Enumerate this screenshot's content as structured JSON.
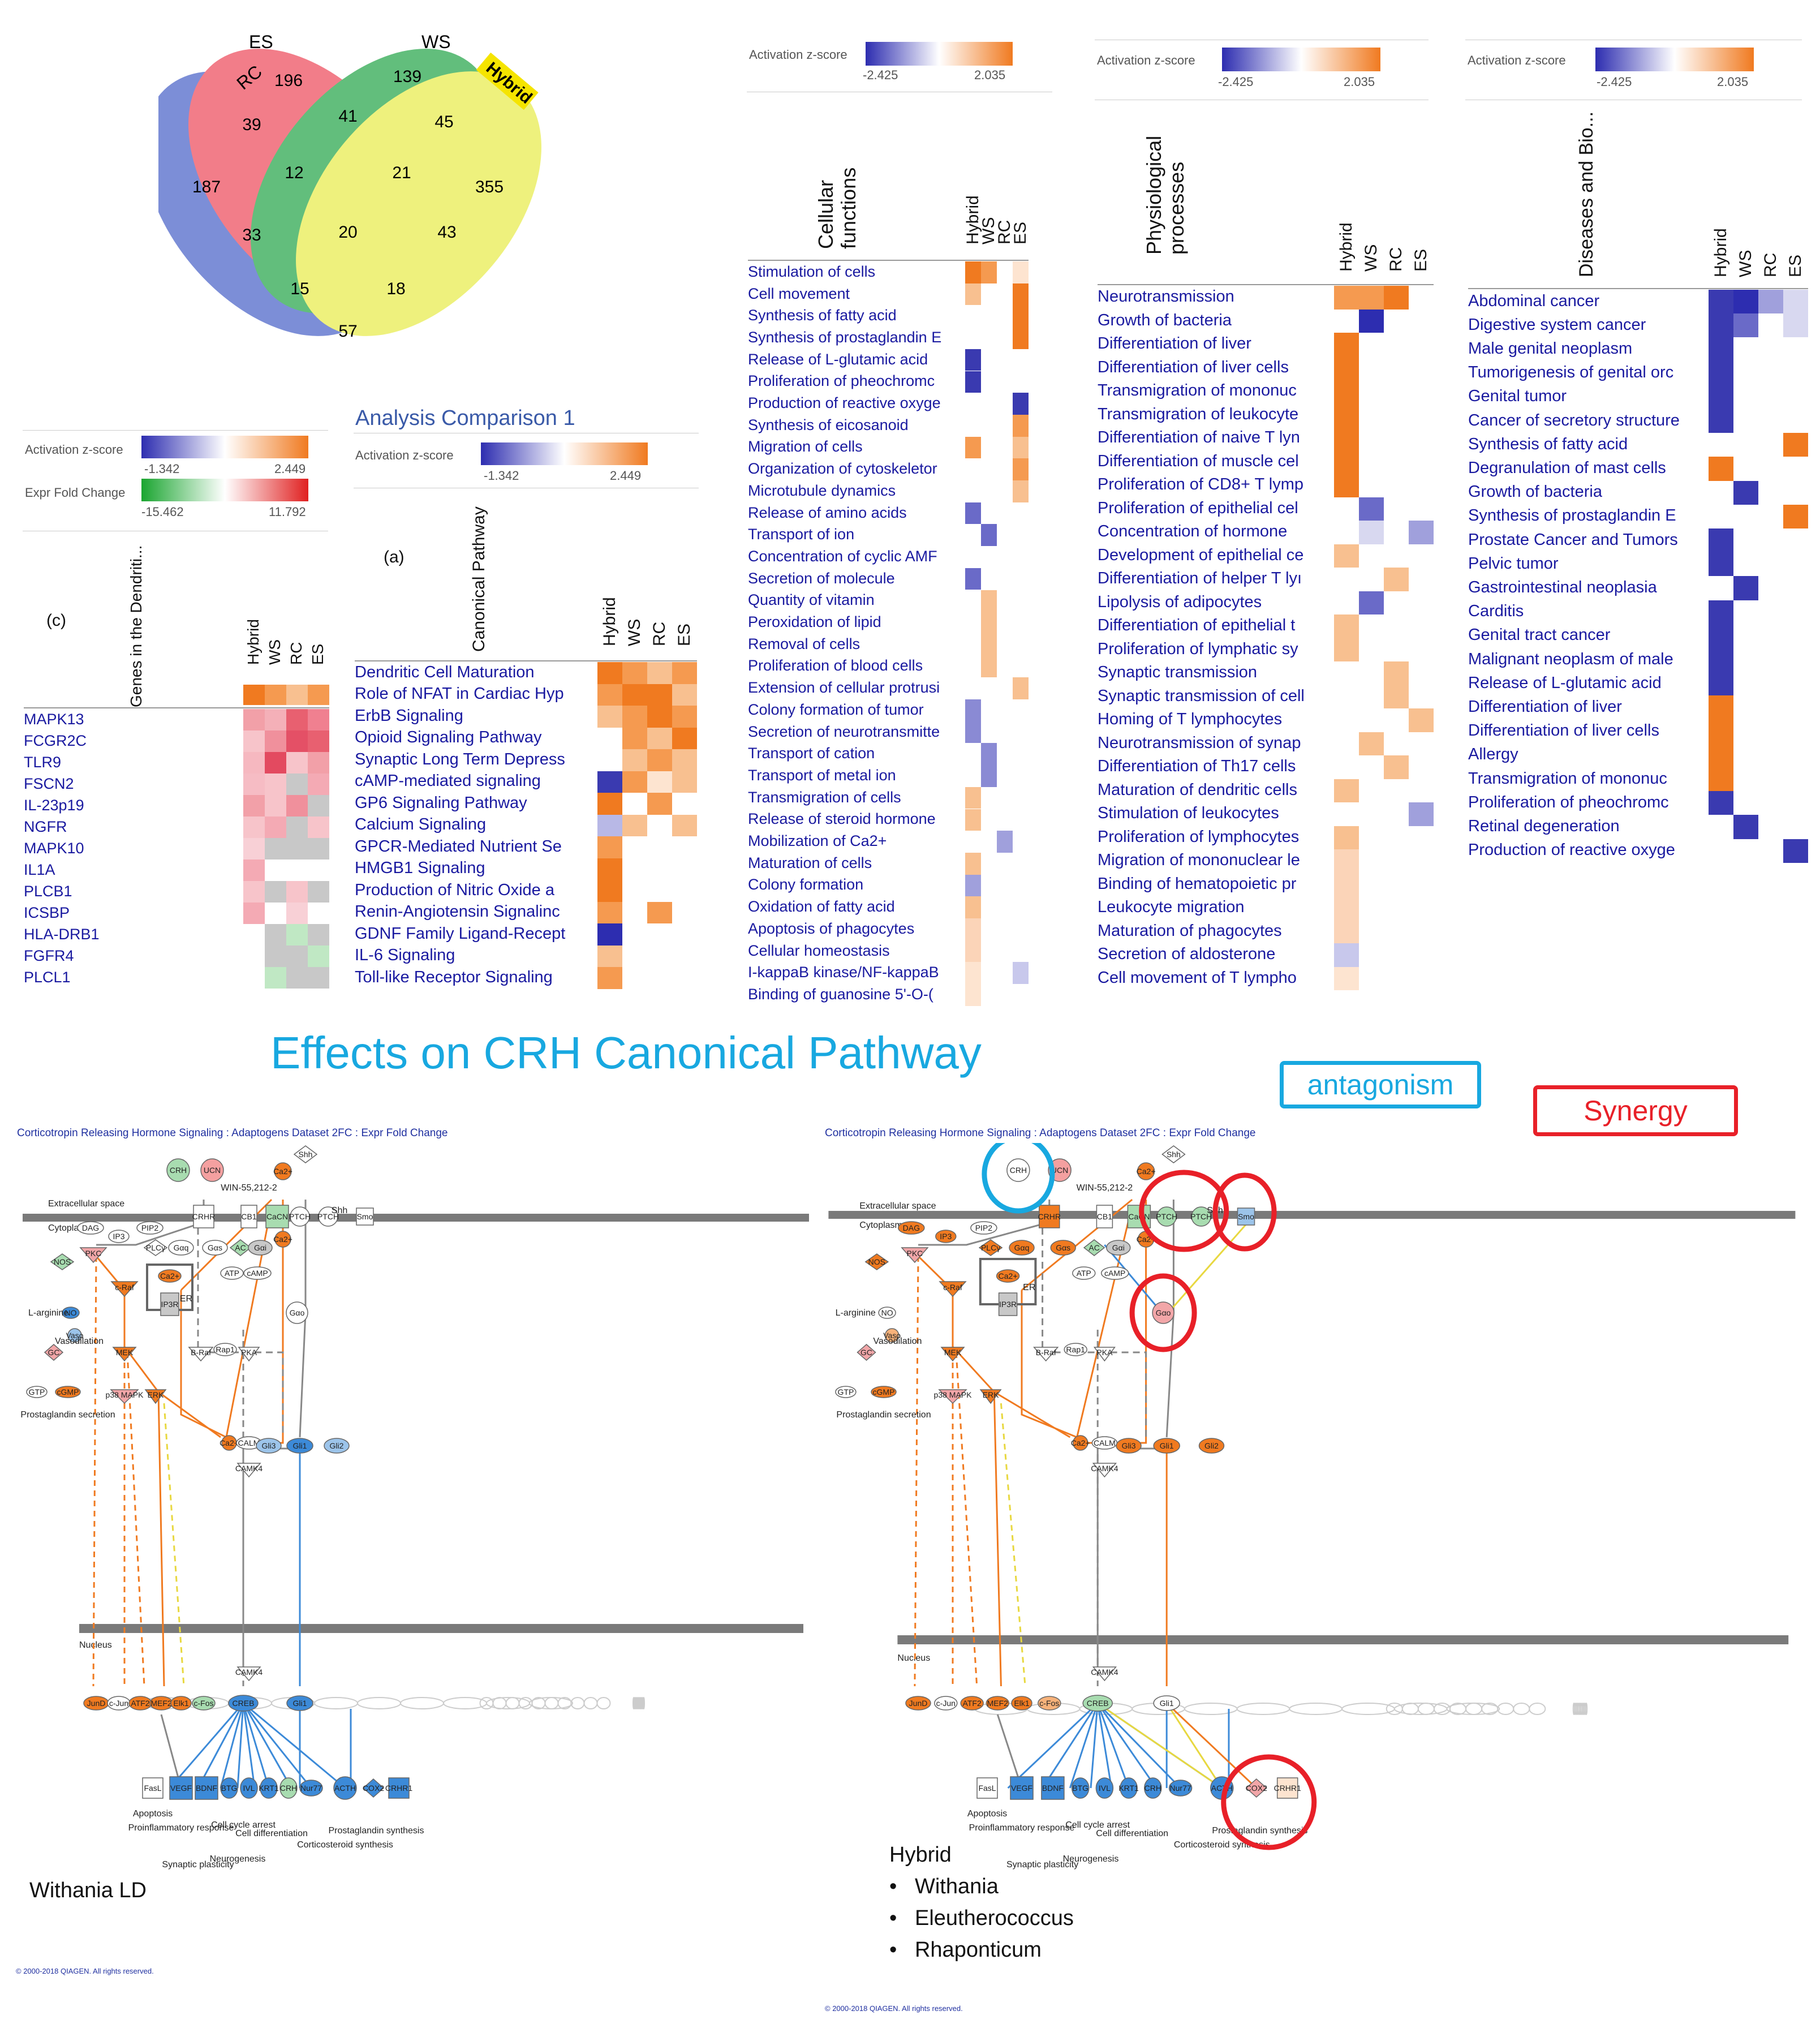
{
  "venn": {
    "sets": [
      "RC",
      "ES",
      "WS",
      "Hybrid"
    ],
    "colors": {
      "RC": "#4a63c8",
      "ES": "#ee4c5c",
      "WS": "#27a64a",
      "Hybrid": "#e8ec4c"
    },
    "counts": [
      "196",
      "139",
      "187",
      "355",
      "39",
      "41",
      "45",
      "12",
      "21",
      "33",
      "43",
      "20",
      "15",
      "18",
      "57"
    ]
  },
  "legend_as_small": {
    "title": "Activation z-score",
    "min": "-1.342",
    "max": "2.449"
  },
  "legend_fc": {
    "title": "Expr Fold Change",
    "min": "-15.462",
    "max": "11.792"
  },
  "legend_as_large": {
    "title": "Activation z-score",
    "min": "-2.425",
    "max": "2.035"
  },
  "panel_c": {
    "tag": "(c)",
    "row_header": "Genes in the Dendriti...",
    "columns": [
      "Hybrid",
      "WS",
      "RC",
      "ES"
    ],
    "rows": [
      "MAPK13",
      "FCGR2C",
      "TLR9",
      "FSCN2",
      "IL-23p19",
      "NGFR",
      "MAPK10",
      "IL1A",
      "PLCB1",
      "ICSBP",
      "HLA-DRB1",
      "FGFR4",
      "PLCL1"
    ],
    "cells": [
      [
        "#f2a0a8",
        "#f4b0b8",
        "#e86070",
        "#f08090"
      ],
      [
        "#f7c4ca",
        "#f0909c",
        "#e45066",
        "#e86070"
      ],
      [
        "#f6b8c0",
        "#e34a60",
        "#f7c4ca",
        "#f2a0a8"
      ],
      [
        "#f6bcc4",
        "#f7c4ca",
        "#c8c8c8",
        "#f4aab4"
      ],
      [
        "#f2a0a8",
        "#f7c4ca",
        "#f0909c",
        "#c8c8c8"
      ],
      [
        "#f7c4ca",
        "#f4aab4",
        "#c8c8c8",
        "#f7c4ca"
      ],
      [
        "#f8d0d6",
        "#c8c8c8",
        "#c8c8c8",
        "#c8c8c8"
      ],
      [
        "#f4aab4",
        "#ffffff",
        "#ffffff",
        "#ffffff"
      ],
      [
        "#f7c4ca",
        "#c8c8c8",
        "#f7c4ca",
        "#c8c8c8"
      ],
      [
        "#f4aab4",
        "#ffffff",
        "#f8d0d6",
        "#ffffff"
      ],
      [
        "#ffffff",
        "#c8c8c8",
        "#c0e8c4",
        "#c8c8c8"
      ],
      [
        "#ffffff",
        "#c8c8c8",
        "#c8c8c8",
        "#c0e8c4"
      ],
      [
        "#ffffff",
        "#c0e8c4",
        "#c8c8c8",
        "#c8c8c8"
      ]
    ]
  },
  "panel_a": {
    "title": "Analysis Comparison 1",
    "tag": "(a)",
    "row_header": "Canonical Pathway",
    "columns": [
      "Hybrid",
      "WS",
      "RC",
      "ES"
    ],
    "rows": [
      "Dendritic Cell Maturation",
      "Role of NFAT in Cardiac Hyp",
      "ErbB Signaling",
      "Opioid Signaling Pathway",
      "Synaptic Long Term Depress",
      "cAMP-mediated signaling",
      "GP6 Signaling Pathway",
      "Calcium Signaling",
      "GPCR-Mediated Nutrient Se",
      "HMGB1 Signaling",
      "Production of Nitric Oxide a",
      "Renin-Angiotensin Signalinc",
      "GDNF Family Ligand-Recept",
      "IL-6 Signaling",
      "Toll-like Receptor Signaling"
    ],
    "cells": [
      [
        "#f07a20",
        "#f59a50",
        "#f8c090",
        "#f59a50"
      ],
      [
        "#f59a50",
        "#f07a20",
        "#f07a20",
        "#f8c090"
      ],
      [
        "#f8c090",
        "#f59a50",
        "#f07a20",
        "#f59a50"
      ],
      [
        "#ffffff",
        "#f59a50",
        "#f8c090",
        "#f07a20"
      ],
      [
        "#ffffff",
        "#f8c090",
        "#f59a50",
        "#f8c090"
      ],
      [
        "#3a3ab0",
        "#f59a50",
        "#fde4d0",
        "#f8c090"
      ],
      [
        "#f07a20",
        "#ffffff",
        "#f59a50",
        "#ffffff"
      ],
      [
        "#b8b8e6",
        "#f8c090",
        "#ffffff",
        "#f8c090"
      ],
      [
        "#f59a50",
        "#ffffff",
        "#ffffff",
        "#ffffff"
      ],
      [
        "#f07a20",
        "#ffffff",
        "#ffffff",
        "#ffffff"
      ],
      [
        "#f07a20",
        "#ffffff",
        "#ffffff",
        "#ffffff"
      ],
      [
        "#f59a50",
        "#ffffff",
        "#f59a50",
        "#ffffff"
      ],
      [
        "#2d2db0",
        "#ffffff",
        "#ffffff",
        "#ffffff"
      ],
      [
        "#f8c090",
        "#ffffff",
        "#ffffff",
        "#ffffff"
      ],
      [
        "#f59a50",
        "#ffffff",
        "#ffffff",
        "#ffffff"
      ]
    ]
  },
  "panel_cell": {
    "row_header": "Cellular functions",
    "columns": [
      "Hybrid",
      "WS",
      "RC",
      "ES"
    ],
    "rows": [
      "Stimulation of cells",
      "Cell movement",
      "Synthesis of fatty acid",
      "Synthesis of prostaglandin E",
      "Release of L-glutamic acid",
      "Proliferation of pheochromc",
      "Production of reactive oxygе",
      "Synthesis of eicosanoid",
      "Migration of cells",
      "Organization of cytoskeletor",
      "Microtubule dynamics",
      "Release of amino acids",
      "Transport of ion",
      "Concentration of cyclic AMF",
      "Secretion of molecule",
      "Quantity of vitamin",
      "Peroxidation of lipid",
      "Removal of cells",
      "Proliferation of blood cells",
      "Extension of cellular protrusi",
      "Colony formation of tumor",
      "Secretion of neurotransmitte",
      "Transport of cation",
      "Transport of metal ion",
      "Transmigration of cells",
      "Release of steroid hormone",
      "Mobilization of Ca2+",
      "Maturation of cells",
      "Colony formation",
      "Oxidation of fatty acid",
      "Apoptosis of phagocytes",
      "Cellular homeostasis",
      "I-kappaB kinase/NF-kappaB",
      "Binding of guanosine 5'-O-("
    ],
    "cells": [
      [
        "#f07a20",
        "#f59a50",
        "#ffffff",
        "#fde4d0"
      ],
      [
        "#f8c090",
        "#ffffff",
        "#ffffff",
        "#f07a20"
      ],
      [
        "#ffffff",
        "#ffffff",
        "#ffffff",
        "#f07a20"
      ],
      [
        "#ffffff",
        "#ffffff",
        "#ffffff",
        "#f07a20"
      ],
      [
        "#3a3ab0",
        "#ffffff",
        "#ffffff",
        "#ffffff"
      ],
      [
        "#3a3ab0",
        "#ffffff",
        "#ffffff",
        "#ffffff"
      ],
      [
        "#ffffff",
        "#ffffff",
        "#ffffff",
        "#3a3ab0"
      ],
      [
        "#ffffff",
        "#ffffff",
        "#ffffff",
        "#f59a50"
      ],
      [
        "#f59a50",
        "#ffffff",
        "#ffffff",
        "#f8c090"
      ],
      [
        "#ffffff",
        "#ffffff",
        "#ffffff",
        "#f59a50"
      ],
      [
        "#ffffff",
        "#ffffff",
        "#ffffff",
        "#f8c090"
      ],
      [
        "#6a6ac8",
        "#ffffff",
        "#ffffff",
        "#ffffff"
      ],
      [
        "#ffffff",
        "#6a6ac8",
        "#ffffff",
        "#ffffff"
      ],
      [
        "#ffffff",
        "#ffffff",
        "#ffffff",
        "#ffffff"
      ],
      [
        "#6a6ac8",
        "#ffffff",
        "#ffffff",
        "#ffffff"
      ],
      [
        "#ffffff",
        "#f8c090",
        "#ffffff",
        "#ffffff"
      ],
      [
        "#ffffff",
        "#f8c090",
        "#ffffff",
        "#ffffff"
      ],
      [
        "#ffffff",
        "#f8c090",
        "#ffffff",
        "#ffffff"
      ],
      [
        "#ffffff",
        "#f8c090",
        "#ffffff",
        "#ffffff"
      ],
      [
        "#ffffff",
        "#ffffff",
        "#ffffff",
        "#f8c090"
      ],
      [
        "#8a8ad4",
        "#ffffff",
        "#ffffff",
        "#ffffff"
      ],
      [
        "#8a8ad4",
        "#ffffff",
        "#ffffff",
        "#ffffff"
      ],
      [
        "#ffffff",
        "#8a8ad4",
        "#ffffff",
        "#ffffff"
      ],
      [
        "#ffffff",
        "#8a8ad4",
        "#ffffff",
        "#ffffff"
      ],
      [
        "#f8c090",
        "#ffffff",
        "#ffffff",
        "#ffffff"
      ],
      [
        "#f8c090",
        "#ffffff",
        "#ffffff",
        "#ffffff"
      ],
      [
        "#ffffff",
        "#ffffff",
        "#a0a0dc",
        "#ffffff"
      ],
      [
        "#f8c090",
        "#ffffff",
        "#ffffff",
        "#ffffff"
      ],
      [
        "#a0a0dc",
        "#ffffff",
        "#ffffff",
        "#ffffff"
      ],
      [
        "#f8c090",
        "#ffffff",
        "#ffffff",
        "#ffffff"
      ],
      [
        "#fbd4b8",
        "#ffffff",
        "#ffffff",
        "#ffffff"
      ],
      [
        "#fbd4b8",
        "#ffffff",
        "#ffffff",
        "#ffffff"
      ],
      [
        "#fde4d0",
        "#ffffff",
        "#ffffff",
        "#c8c8ec"
      ],
      [
        "#fde4d0",
        "#ffffff",
        "#ffffff",
        "#ffffff"
      ]
    ]
  },
  "panel_phys": {
    "row_header": "Physiological processes",
    "columns": [
      "Hybrid",
      "WS",
      "RC",
      "ES"
    ],
    "rows": [
      "Neurotransmission",
      "Growth of bacteria",
      "Differentiation of liver",
      "Differentiation of liver cells",
      "Transmigration of mononuc",
      "Transmigration of leukocyte",
      "Differentiation of naive T lyn",
      "Differentiation of muscle cel",
      "Proliferation of CD8+ T lymp",
      "Proliferation of epithelial cel",
      "Concentration of hormone",
      "Development of epithelial ce",
      "Differentiation of helper T lyı",
      "Lipolysis of adipocytes",
      "Differentiation of epithelial t",
      "Proliferation of lymphatic sy",
      "Synaptic transmission",
      "Synaptic transmission of cell",
      "Homing of T lymphocytes",
      "Neurotransmission of synap",
      "Differentiation of Th17 cells",
      "Maturation of dendritic cells",
      "Stimulation of leukocytes",
      "Proliferation of lymphocytes",
      "Migration of mononuclear le",
      "Binding of hematopoietic pr",
      "Leukocyte migration",
      "Maturation of phagocytes",
      "Secretion of aldosterone",
      "Cell movement of T lympho"
    ],
    "cells": [
      [
        "#f59a50",
        "#f59a50",
        "#f07a20",
        "#ffffff"
      ],
      [
        "#ffffff",
        "#2d2db0",
        "#ffffff",
        "#ffffff"
      ],
      [
        "#f07a20",
        "#ffffff",
        "#ffffff",
        "#ffffff"
      ],
      [
        "#f07a20",
        "#ffffff",
        "#ffffff",
        "#ffffff"
      ],
      [
        "#f07a20",
        "#ffffff",
        "#ffffff",
        "#ffffff"
      ],
      [
        "#f07a20",
        "#ffffff",
        "#ffffff",
        "#ffffff"
      ],
      [
        "#f07a20",
        "#ffffff",
        "#ffffff",
        "#ffffff"
      ],
      [
        "#f07a20",
        "#ffffff",
        "#ffffff",
        "#ffffff"
      ],
      [
        "#f07a20",
        "#ffffff",
        "#ffffff",
        "#ffffff"
      ],
      [
        "#ffffff",
        "#6a6ac8",
        "#ffffff",
        "#ffffff"
      ],
      [
        "#ffffff",
        "#d8d8f0",
        "#ffffff",
        "#a0a0dc"
      ],
      [
        "#f8c090",
        "#ffffff",
        "#ffffff",
        "#ffffff"
      ],
      [
        "#ffffff",
        "#ffffff",
        "#f8c090",
        "#ffffff"
      ],
      [
        "#ffffff",
        "#6a6ac8",
        "#ffffff",
        "#ffffff"
      ],
      [
        "#f8c090",
        "#ffffff",
        "#ffffff",
        "#ffffff"
      ],
      [
        "#f8c090",
        "#ffffff",
        "#ffffff",
        "#ffffff"
      ],
      [
        "#ffffff",
        "#ffffff",
        "#f8c090",
        "#ffffff"
      ],
      [
        "#ffffff",
        "#ffffff",
        "#f8c090",
        "#ffffff"
      ],
      [
        "#ffffff",
        "#ffffff",
        "#ffffff",
        "#f8c090"
      ],
      [
        "#ffffff",
        "#f8c090",
        "#ffffff",
        "#ffffff"
      ],
      [
        "#ffffff",
        "#ffffff",
        "#f8c090",
        "#ffffff"
      ],
      [
        "#f8c090",
        "#ffffff",
        "#ffffff",
        "#ffffff"
      ],
      [
        "#ffffff",
        "#ffffff",
        "#ffffff",
        "#a0a0dc"
      ],
      [
        "#f8c090",
        "#ffffff",
        "#ffffff",
        "#ffffff"
      ],
      [
        "#fbd4b8",
        "#ffffff",
        "#ffffff",
        "#ffffff"
      ],
      [
        "#fbd4b8",
        "#ffffff",
        "#ffffff",
        "#ffffff"
      ],
      [
        "#fbd4b8",
        "#ffffff",
        "#ffffff",
        "#ffffff"
      ],
      [
        "#fbd4b8",
        "#ffffff",
        "#ffffff",
        "#ffffff"
      ],
      [
        "#c8c8ec",
        "#ffffff",
        "#ffffff",
        "#ffffff"
      ],
      [
        "#fde4d0",
        "#ffffff",
        "#ffffff",
        "#ffffff"
      ]
    ]
  },
  "panel_dis": {
    "row_header": "Diseases and Bio...",
    "columns": [
      "Hybrid",
      "WS",
      "RC",
      "ES"
    ],
    "rows": [
      "Abdominal cancer",
      "Digestive system cancer",
      "Male genital neoplasm",
      "Tumorigenesis of genital orc",
      "Genital tumor",
      "Cancer of secretory structure",
      "Synthesis of fatty acid",
      "Degranulation of mast cells",
      "Growth of bacteria",
      "Synthesis of prostaglandin E",
      "Prostate Cancer and Tumors",
      "Pelvic tumor",
      "Gastrointestinal neoplasia",
      "Carditis",
      "Genital tract cancer",
      "Malignant neoplasm of male",
      "Release of L-glutamic acid",
      "Differentiation of liver",
      "Differentiation of liver cells",
      "Allergy",
      "Transmigration of mononuc",
      "Proliferation of pheochromc",
      "Retinal degeneration",
      "Production of reactive oxygе"
    ],
    "cells": [
      [
        "#3a3ab0",
        "#2d2db0",
        "#a0a0dc",
        "#d8d8f0"
      ],
      [
        "#3a3ab0",
        "#6a6ac8",
        "#ffffff",
        "#d8d8f0"
      ],
      [
        "#3a3ab0",
        "#ffffff",
        "#ffffff",
        "#ffffff"
      ],
      [
        "#3a3ab0",
        "#ffffff",
        "#ffffff",
        "#ffffff"
      ],
      [
        "#3a3ab0",
        "#ffffff",
        "#ffffff",
        "#ffffff"
      ],
      [
        "#3a3ab0",
        "#ffffff",
        "#ffffff",
        "#ffffff"
      ],
      [
        "#ffffff",
        "#ffffff",
        "#ffffff",
        "#f07a20"
      ],
      [
        "#f07a20",
        "#ffffff",
        "#ffffff",
        "#ffffff"
      ],
      [
        "#ffffff",
        "#3a3ab0",
        "#ffffff",
        "#ffffff"
      ],
      [
        "#ffffff",
        "#ffffff",
        "#ffffff",
        "#f07a20"
      ],
      [
        "#3a3ab0",
        "#ffffff",
        "#ffffff",
        "#ffffff"
      ],
      [
        "#3a3ab0",
        "#ffffff",
        "#ffffff",
        "#ffffff"
      ],
      [
        "#ffffff",
        "#3a3ab0",
        "#ffffff",
        "#ffffff"
      ],
      [
        "#3a3ab0",
        "#ffffff",
        "#ffffff",
        "#ffffff"
      ],
      [
        "#3a3ab0",
        "#ffffff",
        "#ffffff",
        "#ffffff"
      ],
      [
        "#3a3ab0",
        "#ffffff",
        "#ffffff",
        "#ffffff"
      ],
      [
        "#3a3ab0",
        "#ffffff",
        "#ffffff",
        "#ffffff"
      ],
      [
        "#f07a20",
        "#ffffff",
        "#ffffff",
        "#ffffff"
      ],
      [
        "#f07a20",
        "#ffffff",
        "#ffffff",
        "#ffffff"
      ],
      [
        "#f07a20",
        "#ffffff",
        "#ffffff",
        "#ffffff"
      ],
      [
        "#f07a20",
        "#ffffff",
        "#ffffff",
        "#ffffff"
      ],
      [
        "#3a3ab0",
        "#ffffff",
        "#ffffff",
        "#ffffff"
      ],
      [
        "#ffffff",
        "#3a3ab0",
        "#ffffff",
        "#ffffff"
      ],
      [
        "#ffffff",
        "#ffffff",
        "#ffffff",
        "#3a3ab0"
      ]
    ]
  },
  "headline": "Effects on CRH Canonical Pathway",
  "antagonism": "antagonism",
  "synergy": "Synergy",
  "pathway_left": {
    "title": "Corticotropin Releasing Hormone Signaling : Adaptogens Dataset 2FC : Expr Fold Change",
    "label": "Withania LD",
    "copyright": "© 2000-2018 QIAGEN. All rights reserved."
  },
  "pathway_right": {
    "title": "Corticotropin Releasing Hormone Signaling : Adaptogens Dataset 2FC : Expr Fold Change",
    "label": "Hybrid",
    "bullets": [
      "Withania",
      "Eleutherococcus",
      "Rhaponticum"
    ],
    "copyright": "© 2000-2018 QIAGEN. All rights reserved."
  },
  "pw_text": {
    "extracellular": "Extracellular space",
    "cytoplasm": "Cytoplasm",
    "nucleus": "Nucleus",
    "win": "WIN-55,212-2",
    "sh": "Shh",
    "er": "ER",
    "larg": "L-arginine",
    "gtp": "GTP",
    "vaso": "Vasodilation",
    "prosta": "Prostaglandin secretion",
    "apop": "Apoptosis",
    "proinf": "Proinflammatory response",
    "synp": "Synaptic plasticity",
    "neuro": "Neurogenesis",
    "cellcyc": "Cell cycle arrest",
    "celldiff": "Cell differentiation",
    "cort": "Corticosteroid synthesis",
    "prossyn": "Prostaglandin synthesis"
  }
}
